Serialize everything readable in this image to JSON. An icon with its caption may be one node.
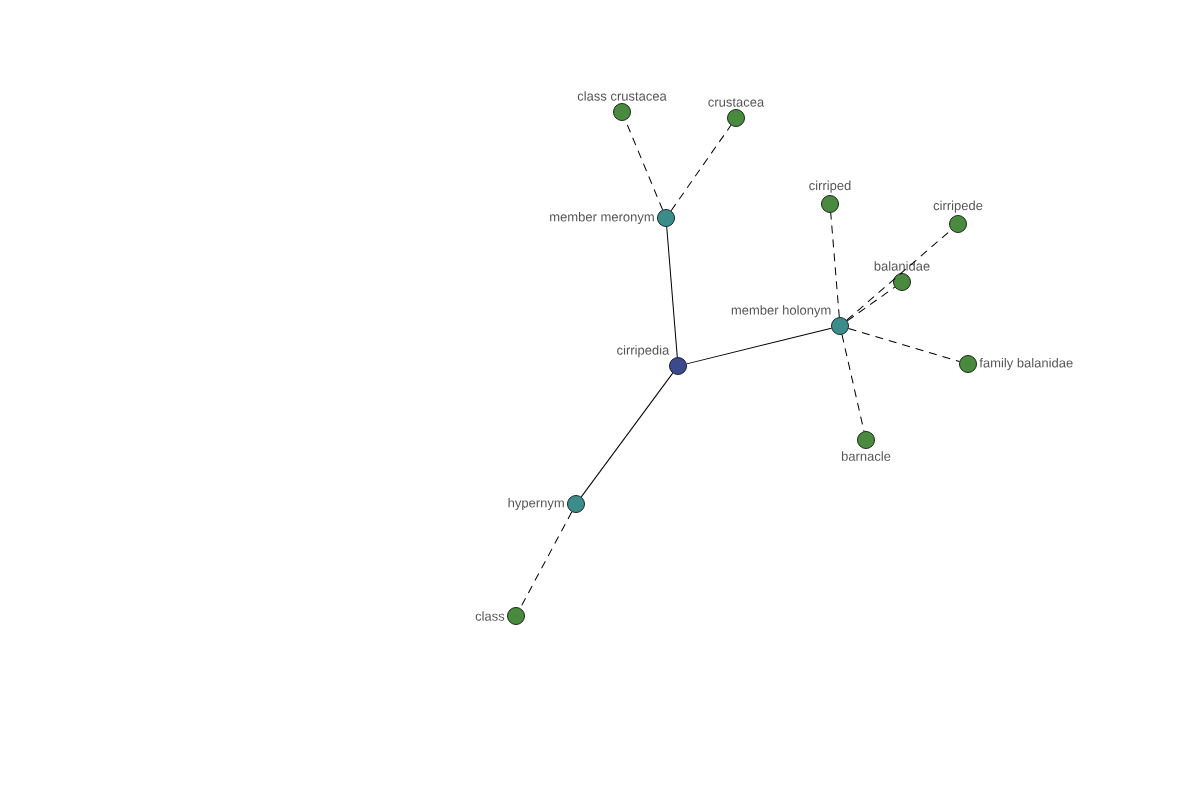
{
  "diagram": {
    "nodes": [
      {
        "text": [
          "cirripedia"
        ]
      },
      {
        "text": [
          "member meronym"
        ]
      },
      {
        "text": [
          "member holonym"
        ]
      },
      {
        "text": [
          "hypernym"
        ]
      },
      {
        "text": [
          "class crustacea"
        ]
      },
      {
        "text": [
          "crustacea"
        ]
      },
      {
        "text": [
          "cirriped"
        ]
      },
      {
        "text": [
          "cirripede"
        ]
      },
      {
        "text": [
          "balanidae"
        ]
      },
      {
        "text": [
          "family balanidae"
        ]
      },
      {
        "text": [
          "barnacle"
        ]
      },
      {
        "text": [
          "class"
        ]
      }
    ],
    "edges": [
      {
        "from": 0,
        "to": 1,
        "arrow": "none"
      },
      {
        "from": 0,
        "to": 2,
        "arrow": "none"
      },
      {
        "from": 0,
        "to": 3,
        "arrow": "none"
      },
      {
        "from": 1,
        "to": 4,
        "arrow": "none",
        "style": "dashed"
      },
      {
        "from": 1,
        "to": 5,
        "arrow": "none",
        "style": "dashed"
      },
      {
        "from": 2,
        "to": 6,
        "arrow": "none",
        "style": "dashed"
      },
      {
        "from": 2,
        "to": 7,
        "arrow": "none",
        "style": "dashed"
      },
      {
        "from": 2,
        "to": 8,
        "arrow": "none",
        "style": "dashed"
      },
      {
        "from": 2,
        "to": 9,
        "arrow": "none",
        "style": "dashed"
      },
      {
        "from": 2,
        "to": 10,
        "arrow": "none",
        "style": "dashed"
      },
      {
        "from": 3,
        "to": 11,
        "arrow": "none",
        "style": "dashed"
      }
    ]
  }
}
